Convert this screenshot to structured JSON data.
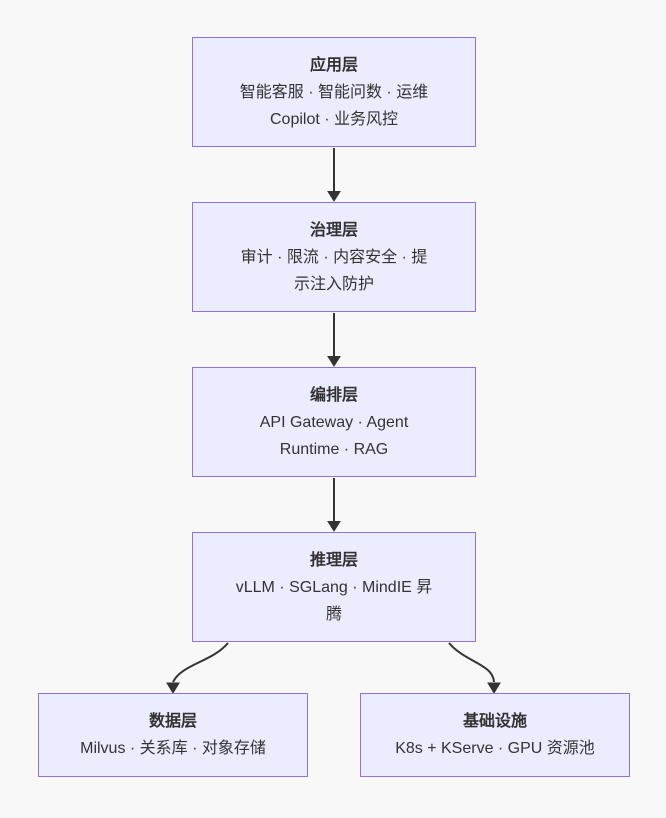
{
  "diagram": {
    "type": "flowchart",
    "direction": "top-down",
    "colors": {
      "background": "#F8F8F9",
      "node_fill": "#ECECFF",
      "node_border": "#9370DB",
      "edge": "#333333",
      "text": "#333333"
    }
  },
  "nodes": [
    {
      "id": "application",
      "title": "应用层",
      "lines": [
        "智能客服 · 智能问数 · 运维",
        "Copilot · 业务风控"
      ]
    },
    {
      "id": "governance",
      "title": "治理层",
      "lines": [
        "审计 · 限流 · 内容安全 · 提",
        "示注入防护"
      ]
    },
    {
      "id": "orchestration",
      "title": "编排层",
      "lines": [
        "API Gateway · Agent",
        "Runtime · RAG"
      ]
    },
    {
      "id": "inference",
      "title": "推理层",
      "lines": [
        "vLLM · SGLang · MindIE 昇",
        "腾"
      ]
    },
    {
      "id": "data",
      "title": "数据层",
      "lines": [
        "Milvus · 关系库 · 对象存储"
      ]
    },
    {
      "id": "infrastructure",
      "title": "基础设施",
      "lines": [
        "K8s + KServe · GPU 资源池"
      ]
    }
  ],
  "edges": [
    {
      "from": "应用层",
      "to": "治理层"
    },
    {
      "from": "治理层",
      "to": "编排层"
    },
    {
      "from": "编排层",
      "to": "推理层"
    },
    {
      "from": "推理层",
      "to": "数据层"
    },
    {
      "from": "推理层",
      "to": "基础设施"
    }
  ]
}
